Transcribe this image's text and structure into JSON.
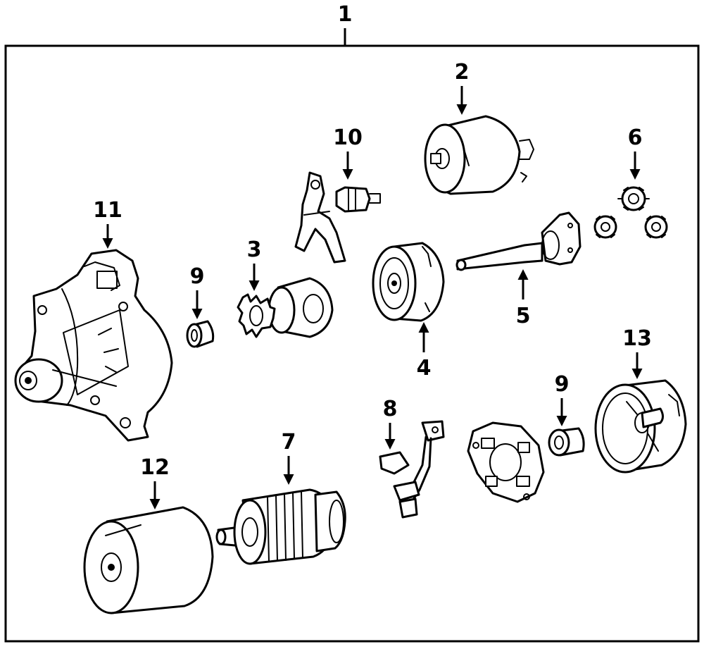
{
  "callouts": {
    "c1": "1",
    "c2": "2",
    "c3": "3",
    "c4": "4",
    "c5": "5",
    "c6": "6",
    "c7": "7",
    "c8": "8",
    "c9a": "9",
    "c9b": "9",
    "c10": "10",
    "c11": "11",
    "c12": "12",
    "c13": "13"
  }
}
